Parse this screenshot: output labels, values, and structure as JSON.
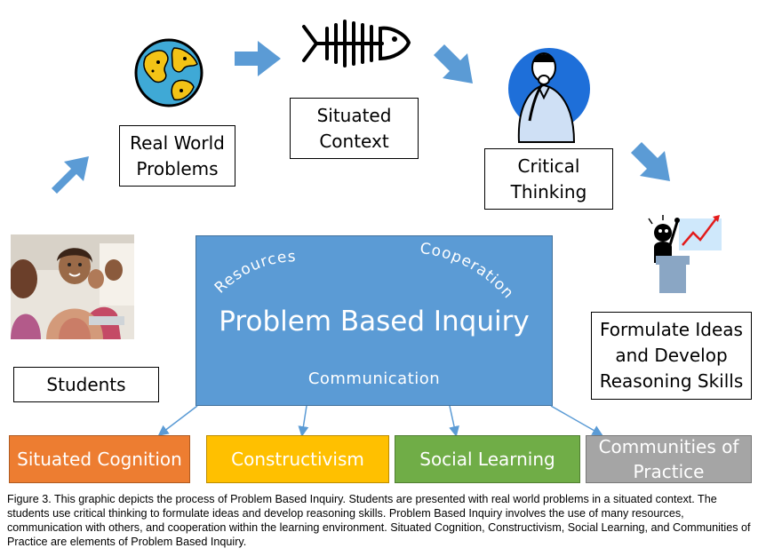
{
  "process": {
    "real_world": {
      "line1": "Real World",
      "line2": "Problems"
    },
    "situated": {
      "line1": "Situated",
      "line2": "Context"
    },
    "critical": {
      "line1": "Critical",
      "line2": "Thinking"
    },
    "formulate": {
      "line1": "Formulate Ideas",
      "line2": "and Develop",
      "line3": "Reasoning Skills"
    },
    "students": "Students"
  },
  "center": {
    "title": "Problem Based Inquiry",
    "resources": "Resources",
    "cooperation": "Cooperation",
    "communication": "Communication"
  },
  "elements": [
    {
      "label": "Situated Cognition",
      "color": "#ed7d31"
    },
    {
      "label": "Constructivism",
      "color": "#ffc000"
    },
    {
      "label": "Social Learning",
      "color": "#70ad47"
    },
    {
      "label_line1": "Communities of",
      "label_line2": "Practice",
      "color": "#a5a5a5"
    }
  ],
  "colors": {
    "arrow": "#5b9bd5",
    "center": "#5b9bd5"
  },
  "icons": [
    "globe-icon",
    "fish-skeleton-icon",
    "thinking-man-icon",
    "presenter-chart-icon",
    "students-photo"
  ],
  "caption": "Figure 3. This graphic depicts the process of Problem Based Inquiry. Students are presented with real world problems in a situated context. The students use critical thinking to formulate ideas and develop reasoning skills. Problem Based Inquiry involves the use of many resources, communication with others, and cooperation within the learning environment. Situated Cognition, Constructivism, Social Learning, and Communities of Practice are elements of Problem Based Inquiry."
}
